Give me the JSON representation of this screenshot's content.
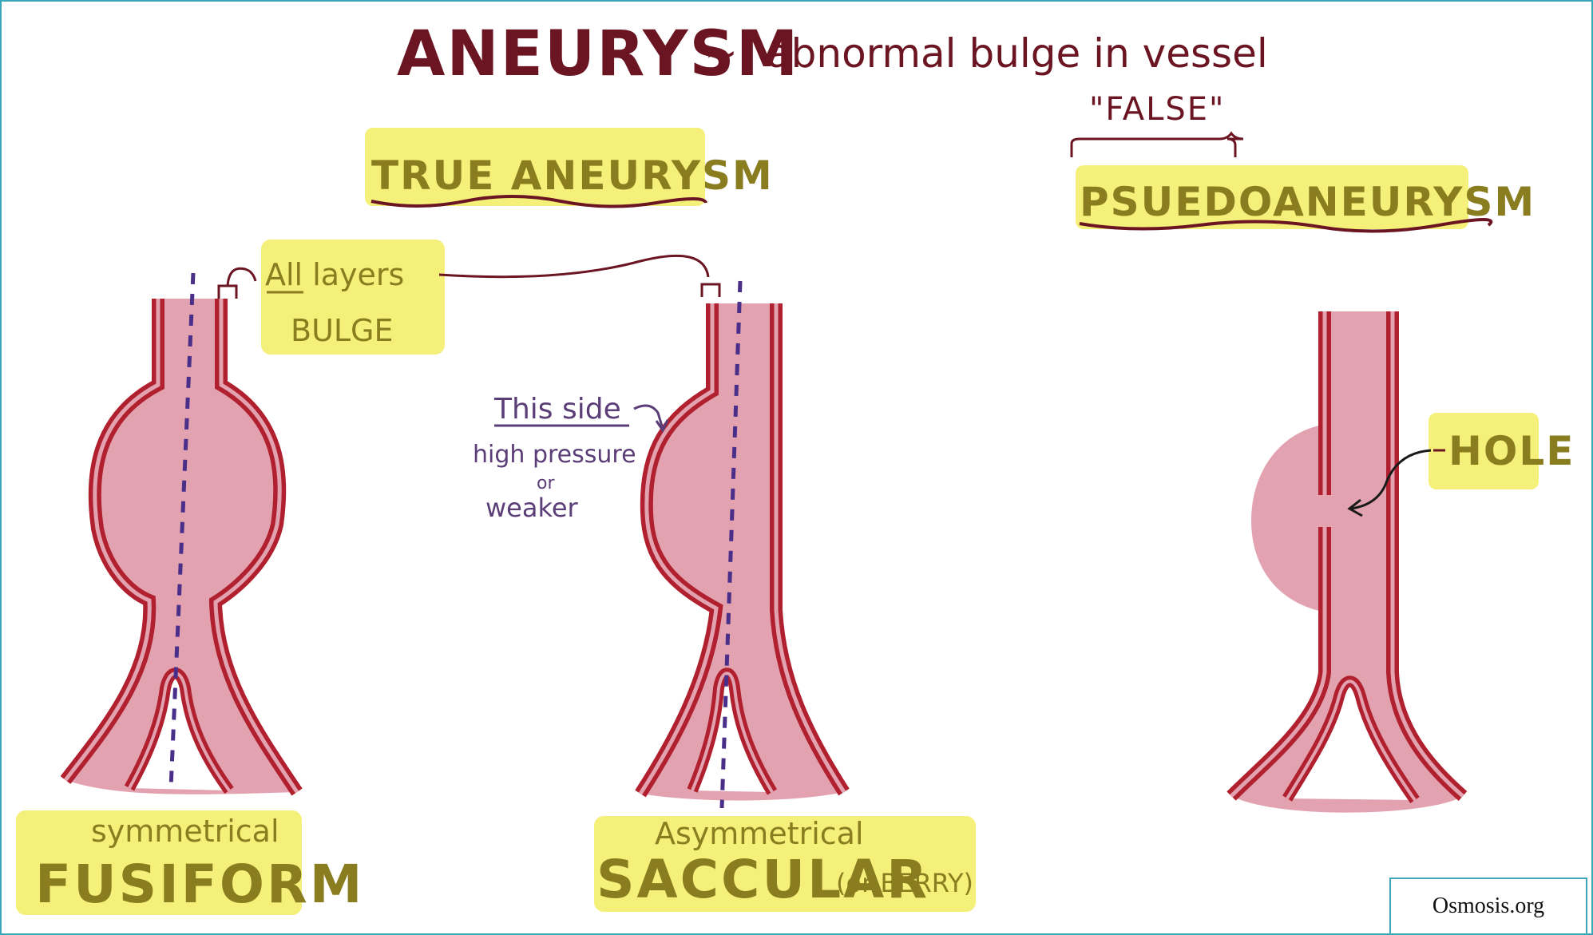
{
  "title": {
    "main": "ANEURYSM",
    "tilde": "~",
    "definition": "abnormal bulge in vessel"
  },
  "true_aneurysm": {
    "heading": "TRUE ANEURYSM",
    "layers_note_1": "All layers",
    "layers_note_2": "BULGE"
  },
  "fusiform": {
    "descriptor": "symmetrical",
    "name": "FUSIFORM"
  },
  "saccular": {
    "side_note_1": "This side",
    "side_note_2": "high pressure",
    "side_note_3": "or",
    "side_note_4": "weaker",
    "descriptor": "Asymmetrical",
    "name": "SACCULAR",
    "alt_name": "(or BERRY)"
  },
  "pseudo": {
    "false_label": "\"FALSE\"",
    "heading": "PSUEDOANEURYSM",
    "hole_label": "HOLE"
  },
  "credit": "Osmosis.org",
  "colors": {
    "vessel_wall": "#b0202e",
    "vessel_fill": "#e3a2b0",
    "highlight": "#f5f07a",
    "title_maroon": "#6b1522",
    "label_olive": "#8a7d1f",
    "note_purple": "#5b3d78",
    "centerline": "#4a2f8a",
    "frame": "#3aa6b8"
  }
}
